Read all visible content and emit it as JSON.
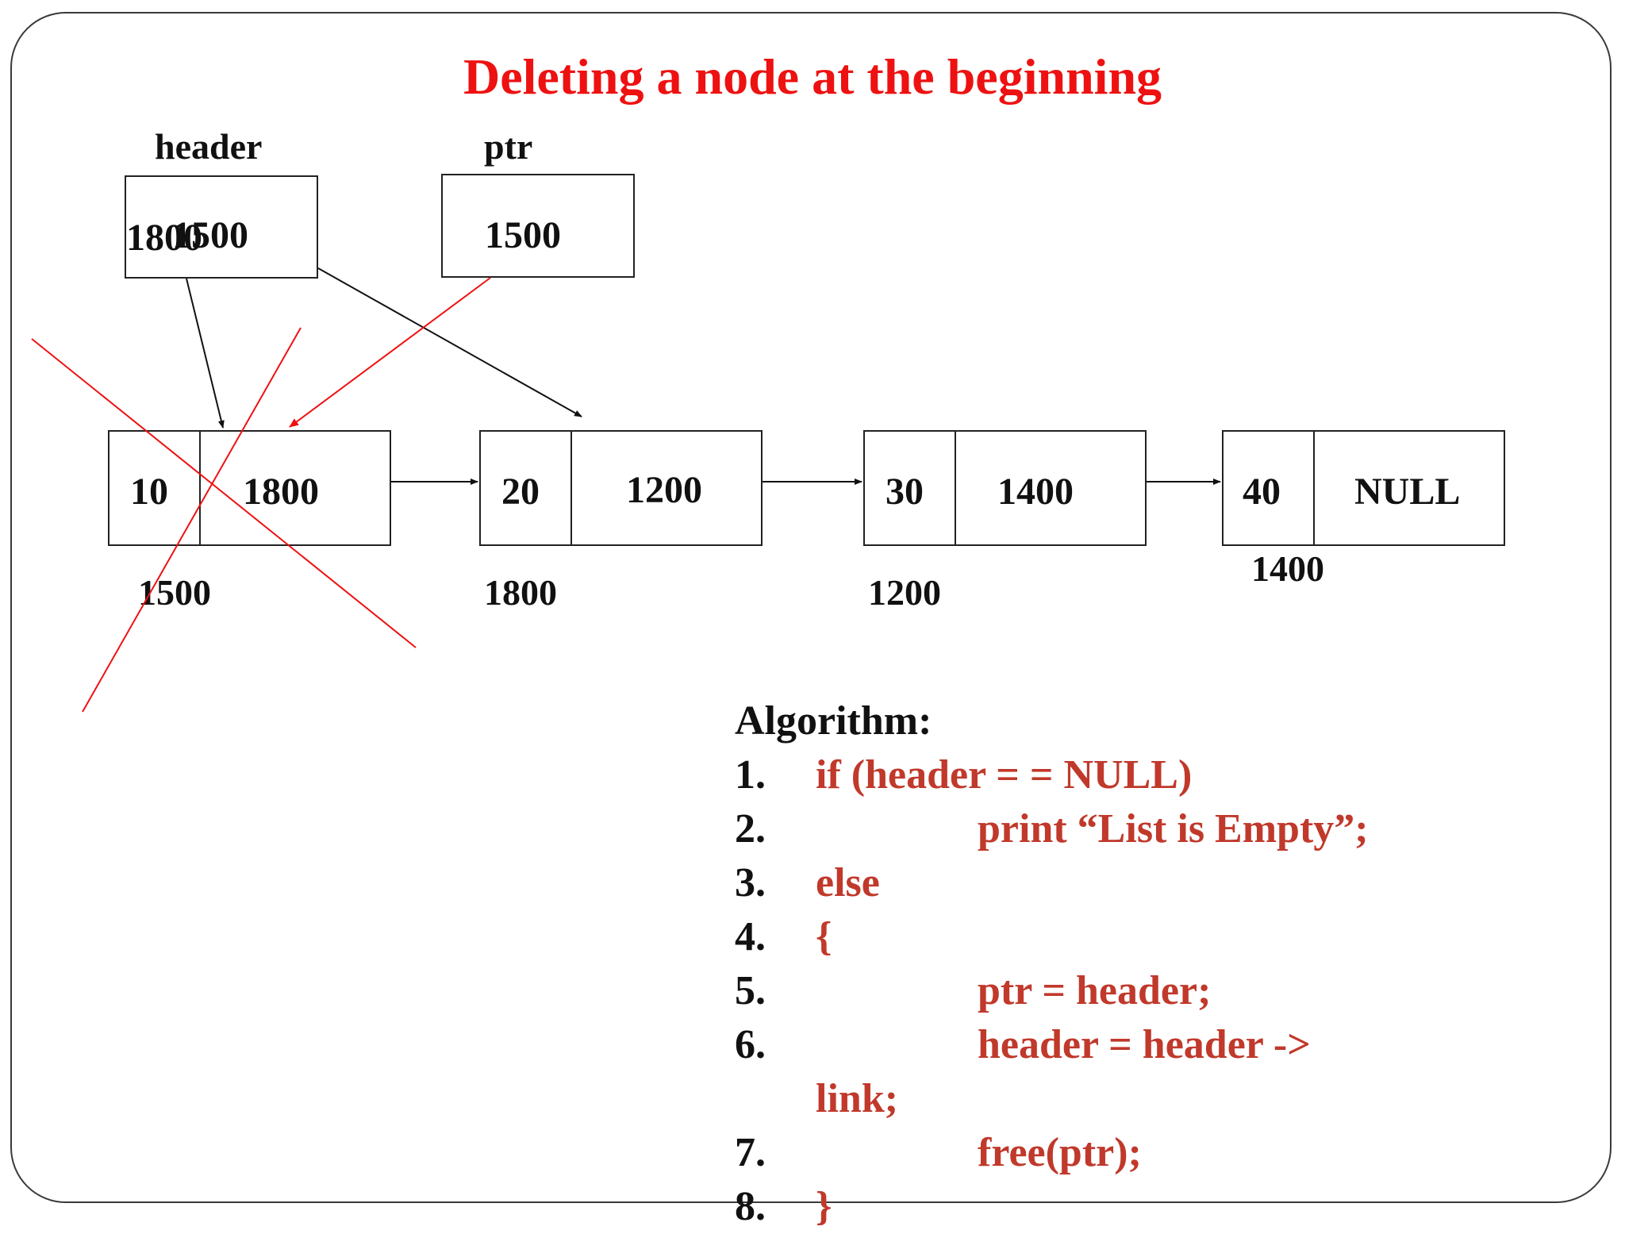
{
  "title": "Deleting a node at the beginning",
  "pointers": {
    "header": {
      "label": "header",
      "value_old": "1800",
      "value_new": "1500"
    },
    "ptr": {
      "label": "ptr",
      "value": "1500"
    }
  },
  "nodes": [
    {
      "data": "10",
      "link": "1800",
      "address": "1500"
    },
    {
      "data": "20",
      "link": "1200",
      "address": "1800"
    },
    {
      "data": "30",
      "link": "1400",
      "address": "1200"
    },
    {
      "data": "40",
      "link": "NULL",
      "address": "1400"
    }
  ],
  "algorithm": {
    "heading": "Algorithm:",
    "lines": [
      {
        "num": "1.",
        "code": "if (header = = NULL)"
      },
      {
        "num": "2.",
        "code": "print  “List is Empty”;"
      },
      {
        "num": "3.",
        "code": "else"
      },
      {
        "num": "4.",
        "code": "{"
      },
      {
        "num": "5.",
        "code": "ptr = header;"
      },
      {
        "num": "6.",
        "code": "header = header ->"
      },
      {
        "num": "",
        "code": "link;"
      },
      {
        "num": "7.",
        "code": "free(ptr);"
      },
      {
        "num": "8.",
        "code": "}"
      }
    ]
  },
  "colors": {
    "title": "#ee1111",
    "code": "#c0392b",
    "annotation": "#ee1111",
    "ink": "#111111"
  }
}
